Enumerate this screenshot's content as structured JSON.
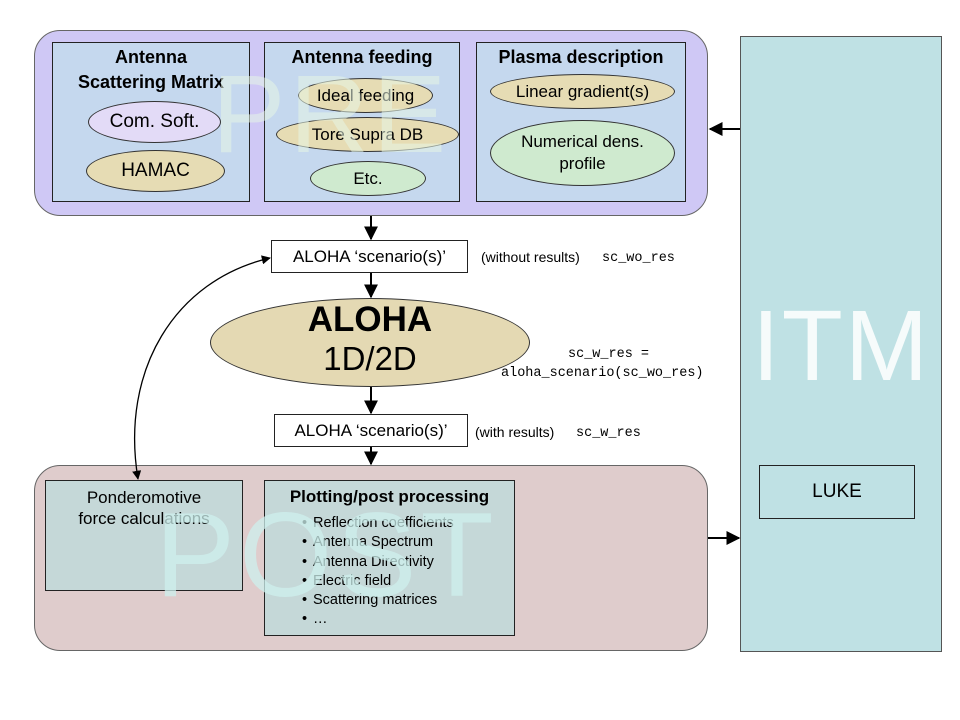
{
  "watermarks": {
    "pre": "PRE",
    "post": "POST",
    "itm": "ITM"
  },
  "pre": {
    "antenna_scattering_matrix": {
      "title": "Antenna\nScattering Matrix",
      "items": [
        "Com. Soft.",
        "HAMAC"
      ]
    },
    "antenna_feeding": {
      "title": "Antenna feeding",
      "items": [
        "Ideal feeding",
        "Tore Supra DB",
        "Etc."
      ]
    },
    "plasma_description": {
      "title": "Plasma description",
      "items": [
        "Linear gradient(s)",
        "Numerical dens.\nprofile"
      ]
    }
  },
  "scenario_top": {
    "label": "ALOHA ‘scenario(s)’",
    "note": "(without results)",
    "var": "sc_wo_res"
  },
  "aloha": {
    "title": "ALOHA",
    "subtitle": "1D/2D"
  },
  "assignment": {
    "line1": "sc_w_res =",
    "line2": "aloha_scenario(sc_wo_res)"
  },
  "scenario_bottom": {
    "label": "ALOHA ‘scenario(s)’",
    "note": "(with results)",
    "var": "sc_w_res"
  },
  "post": {
    "ponderomotive": "Ponderomotive\nforce calculations",
    "plotting": {
      "title": "Plotting/post processing",
      "items": [
        "Reflection coefficients",
        "Antenna Spectrum",
        "Antenna Directivity",
        "Electric field",
        "Scattering matrices",
        "…"
      ]
    }
  },
  "itm": {
    "luke": "LUKE"
  },
  "colors": {
    "pre_bg": "#cfc8f5",
    "post_bg": "#dfcccc",
    "itm_bg": "#bfe1e4",
    "sub_box": "#c5d8ee",
    "oval_tan": "#e6dcb4",
    "oval_lavender": "#e3dbf7",
    "oval_green": "#cfeacf"
  }
}
